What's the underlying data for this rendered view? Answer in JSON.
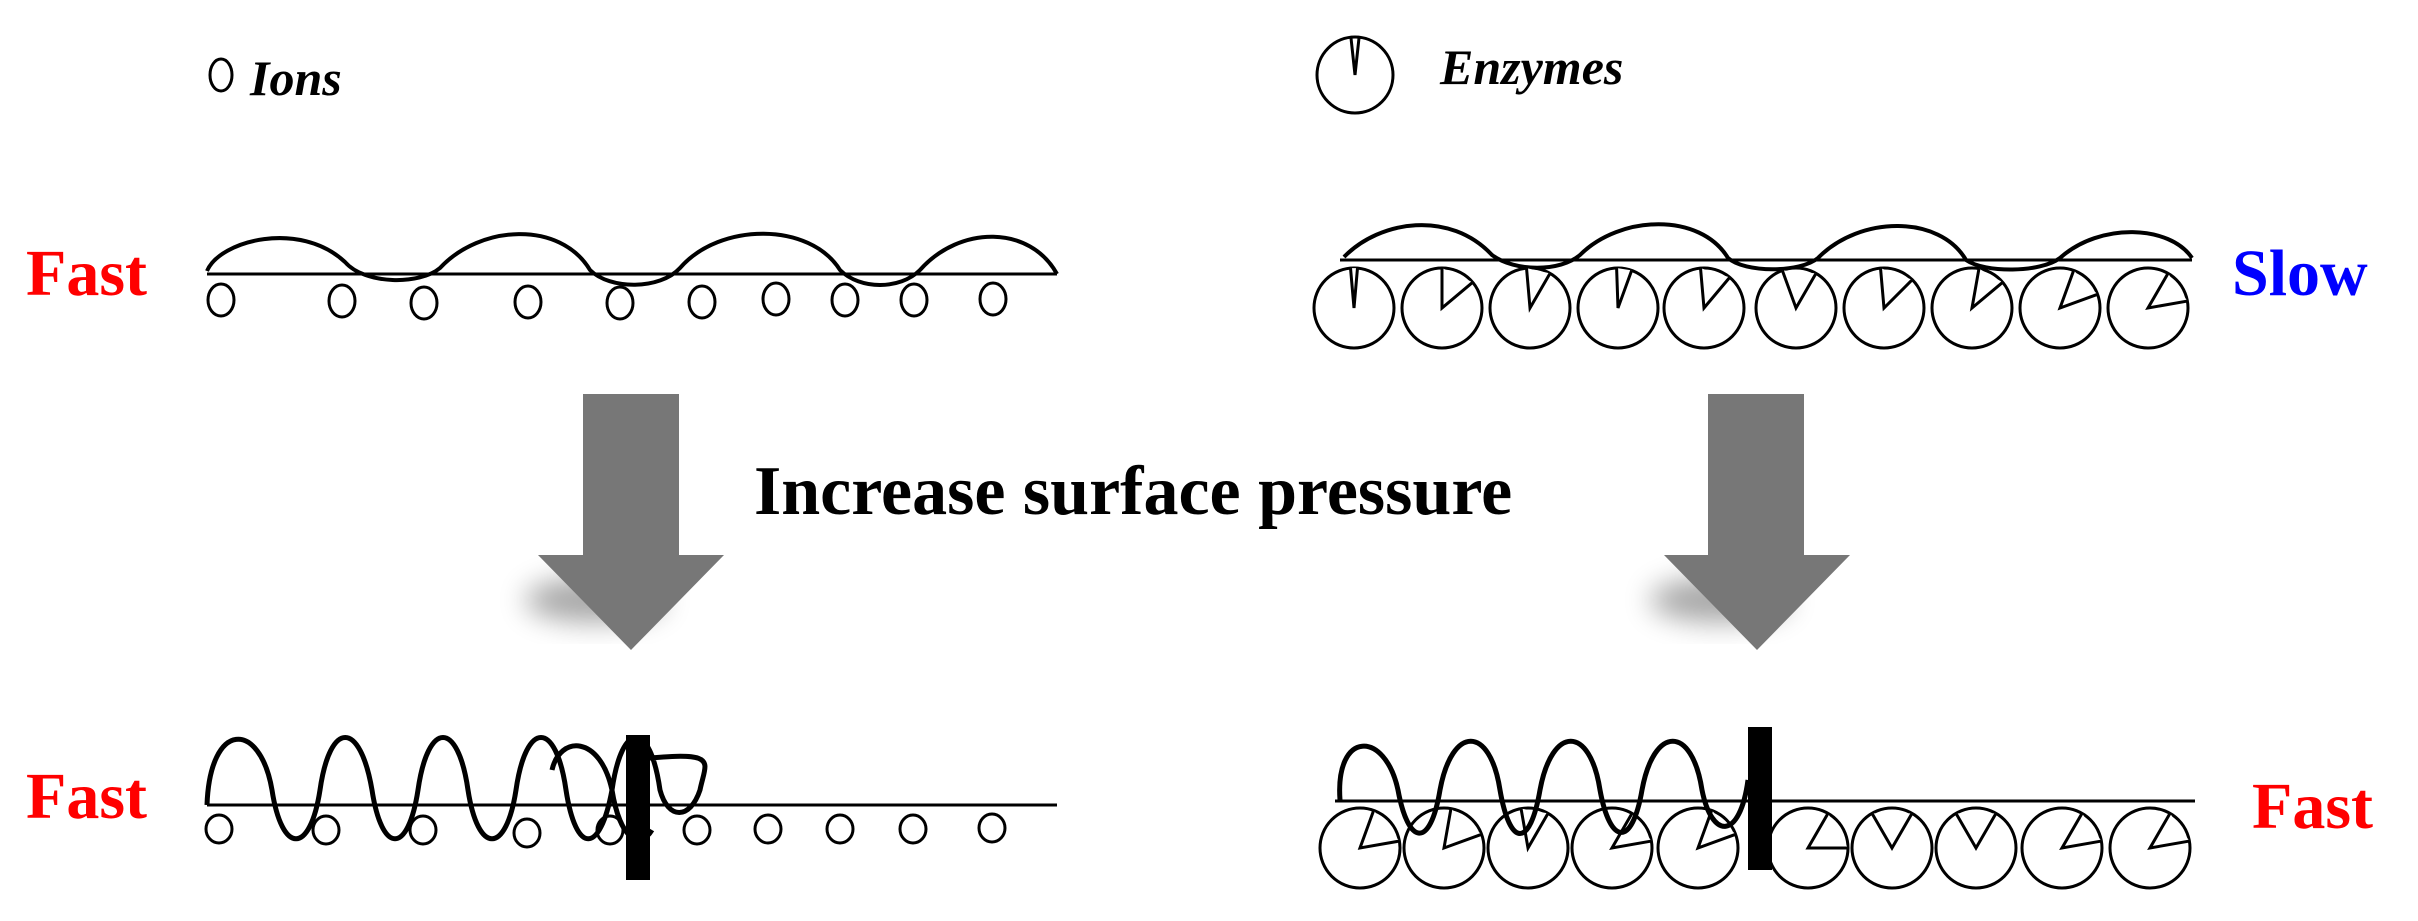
{
  "legend": {
    "ions_label": "Ions",
    "enzymes_label": "Enzymes",
    "ions_icon": "small-circle-ion",
    "enzymes_icon": "pacman-circle-enzyme"
  },
  "center_label": "Increase surface pressure",
  "panels": {
    "top_left": {
      "speed_label": "Fast",
      "speed_color": "#ff0000"
    },
    "top_right": {
      "speed_label": "Slow",
      "speed_color": "#0000ff"
    },
    "bottom_left": {
      "speed_label": "Fast",
      "speed_color": "#ff0000"
    },
    "bottom_right": {
      "speed_label": "Fast",
      "speed_color": "#ff0000"
    }
  },
  "colors": {
    "arrow": "#777777",
    "ink": "#000000",
    "fast": "#ff0000",
    "slow": "#0000ff"
  }
}
